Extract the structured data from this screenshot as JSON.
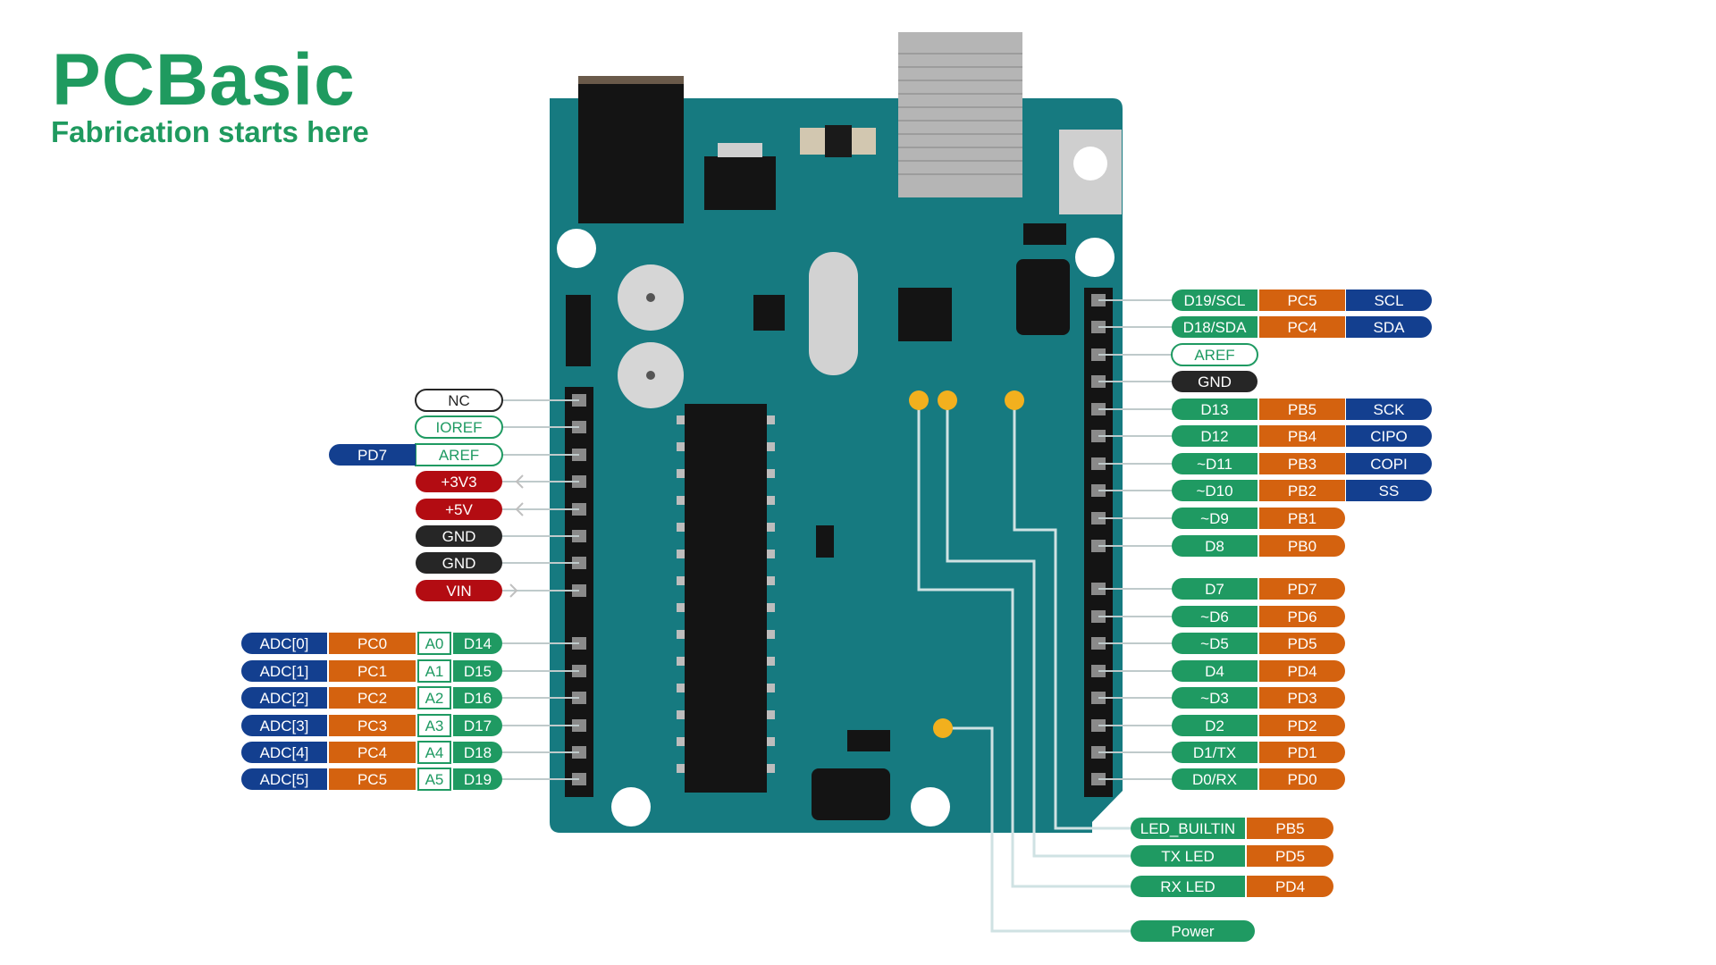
{
  "brand": {
    "name": "PCBasic",
    "tagline": "Fabrication starts here"
  },
  "colors": {
    "green": "#1f9a62",
    "orange": "#d4620f",
    "blue": "#133f8f",
    "red": "#b30c12",
    "black": "#262626",
    "board": "#167a80",
    "brand_green": "#1f9a5f"
  },
  "left_header": [
    [
      {
        "text": "NC",
        "color": "outline-black"
      }
    ],
    [
      {
        "text": "IOREF",
        "color": "outline-green"
      }
    ],
    [
      {
        "text": "AREF",
        "color": "outline-green"
      },
      {
        "text": "PD7",
        "color": "blue"
      }
    ],
    [
      {
        "text": "+3V3",
        "color": "red"
      }
    ],
    [
      {
        "text": "+5V",
        "color": "red"
      }
    ],
    [
      {
        "text": "GND",
        "color": "black"
      }
    ],
    [
      {
        "text": "GND",
        "color": "black"
      }
    ],
    [
      {
        "text": "VIN",
        "color": "red"
      }
    ]
  ],
  "left_analog": [
    {
      "digital": "D14",
      "analog": "A0",
      "port": "PC0",
      "adc": "ADC[0]"
    },
    {
      "digital": "D15",
      "analog": "A1",
      "port": "PC1",
      "adc": "ADC[1]"
    },
    {
      "digital": "D16",
      "analog": "A2",
      "port": "PC2",
      "adc": "ADC[2]"
    },
    {
      "digital": "D17",
      "analog": "A3",
      "port": "PC3",
      "adc": "ADC[3]"
    },
    {
      "digital": "D18",
      "analog": "A4",
      "port": "PC4",
      "adc": "ADC[4]"
    },
    {
      "digital": "D19",
      "analog": "A5",
      "port": "PC5",
      "adc": "ADC[5]"
    }
  ],
  "right_upper": [
    [
      {
        "text": "D19/SCL",
        "color": "green"
      },
      {
        "text": "PC5",
        "color": "orange"
      },
      {
        "text": "SCL",
        "color": "blue"
      }
    ],
    [
      {
        "text": "D18/SDA",
        "color": "green"
      },
      {
        "text": "PC4",
        "color": "orange"
      },
      {
        "text": "SDA",
        "color": "blue"
      }
    ],
    [
      {
        "text": "AREF",
        "color": "outline-green"
      }
    ],
    [
      {
        "text": "GND",
        "color": "black"
      }
    ],
    [
      {
        "text": "D13",
        "color": "green"
      },
      {
        "text": "PB5",
        "color": "orange"
      },
      {
        "text": "SCK",
        "color": "blue"
      }
    ],
    [
      {
        "text": "D12",
        "color": "green"
      },
      {
        "text": "PB4",
        "color": "orange"
      },
      {
        "text": "CIPO",
        "color": "blue"
      }
    ],
    [
      {
        "text": "~D11",
        "color": "green"
      },
      {
        "text": "PB3",
        "color": "orange"
      },
      {
        "text": "COPI",
        "color": "blue"
      }
    ],
    [
      {
        "text": "~D10",
        "color": "green"
      },
      {
        "text": "PB2",
        "color": "orange"
      },
      {
        "text": "SS",
        "color": "blue"
      }
    ],
    [
      {
        "text": "~D9",
        "color": "green"
      },
      {
        "text": "PB1",
        "color": "orange"
      }
    ],
    [
      {
        "text": "D8",
        "color": "green"
      },
      {
        "text": "PB0",
        "color": "orange"
      }
    ]
  ],
  "right_lower": [
    [
      {
        "text": "D7",
        "color": "green"
      },
      {
        "text": "PD7",
        "color": "orange"
      }
    ],
    [
      {
        "text": "~D6",
        "color": "green"
      },
      {
        "text": "PD6",
        "color": "orange"
      }
    ],
    [
      {
        "text": "~D5",
        "color": "green"
      },
      {
        "text": "PD5",
        "color": "orange"
      }
    ],
    [
      {
        "text": "D4",
        "color": "green"
      },
      {
        "text": "PD4",
        "color": "orange"
      }
    ],
    [
      {
        "text": "~D3",
        "color": "green"
      },
      {
        "text": "PD3",
        "color": "orange"
      }
    ],
    [
      {
        "text": "D2",
        "color": "green"
      },
      {
        "text": "PD2",
        "color": "orange"
      }
    ],
    [
      {
        "text": "D1/TX",
        "color": "green"
      },
      {
        "text": "PD1",
        "color": "orange"
      }
    ],
    [
      {
        "text": "D0/RX",
        "color": "green"
      },
      {
        "text": "PD0",
        "color": "orange"
      }
    ]
  ],
  "led_labels": [
    [
      {
        "text": "LED_BUILTIN",
        "color": "green"
      },
      {
        "text": "PB5",
        "color": "orange"
      }
    ],
    [
      {
        "text": "TX  LED",
        "color": "green"
      },
      {
        "text": "PD5",
        "color": "orange"
      }
    ],
    [
      {
        "text": "RX  LED",
        "color": "green"
      },
      {
        "text": "PD4",
        "color": "orange"
      }
    ],
    [
      {
        "text": "Power",
        "color": "green"
      }
    ]
  ]
}
